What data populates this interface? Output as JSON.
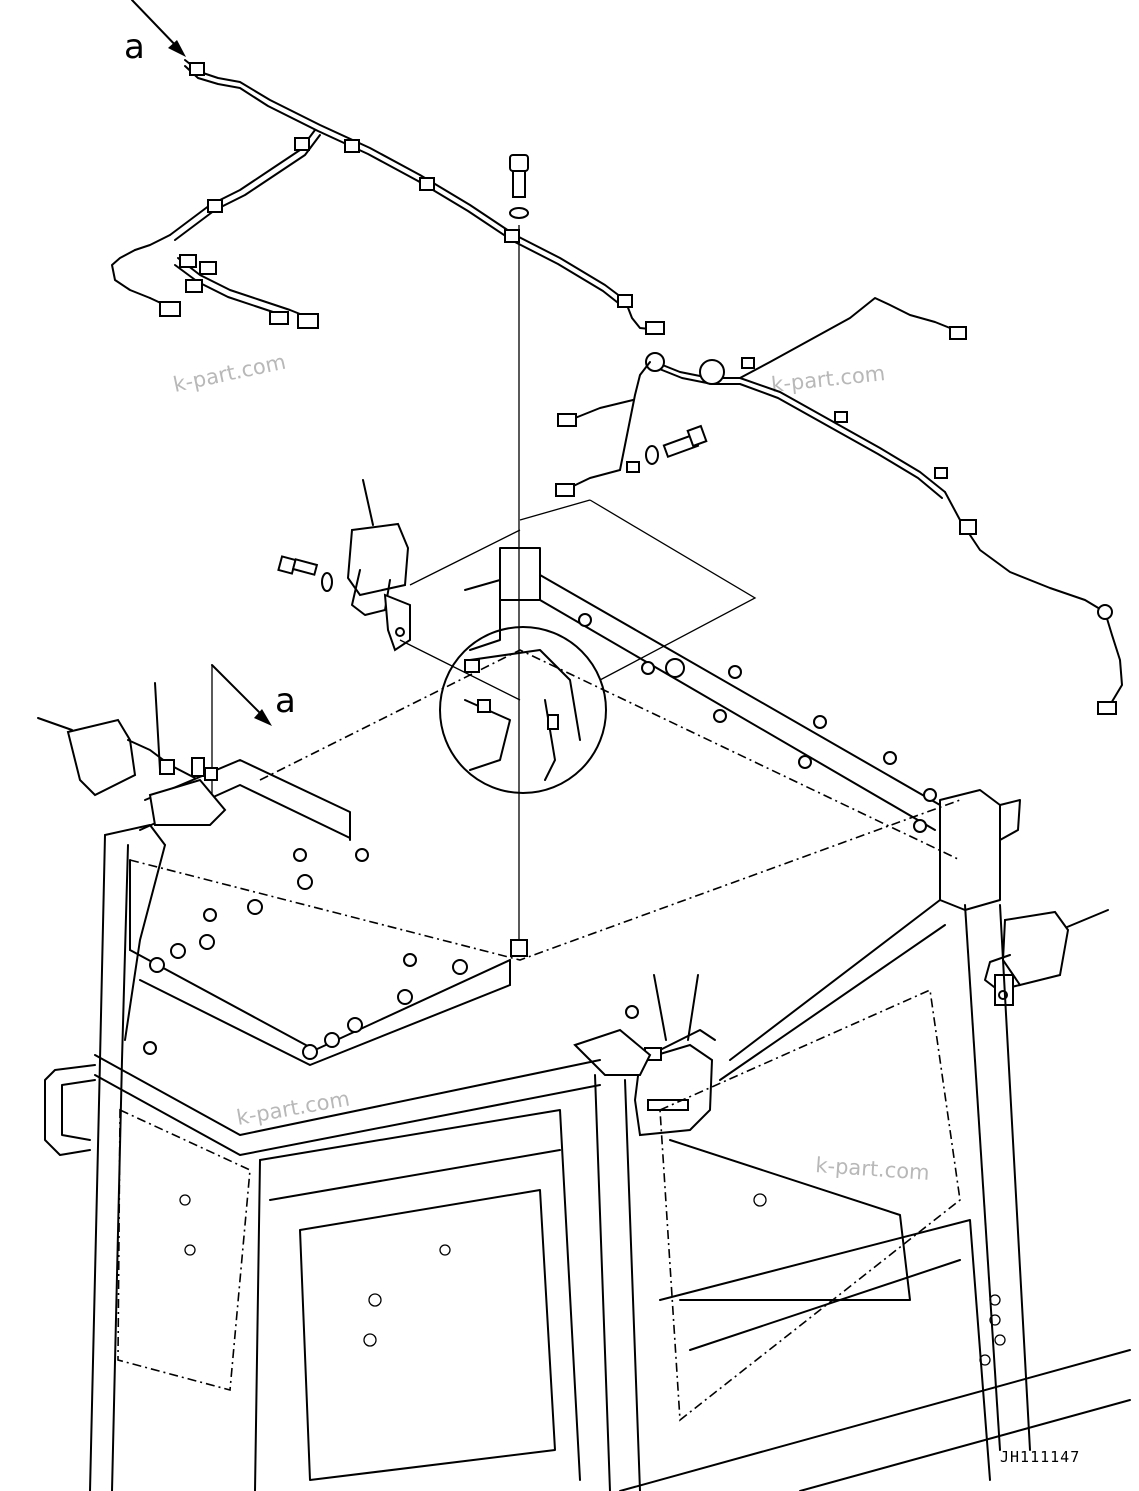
{
  "callouts": {
    "view_label_top": "a",
    "view_label_mid": "a"
  },
  "watermarks": [
    "k-part.com",
    "k-part.com",
    "k-part.com",
    "k-part.com"
  ],
  "drawing_code": "JH111147"
}
